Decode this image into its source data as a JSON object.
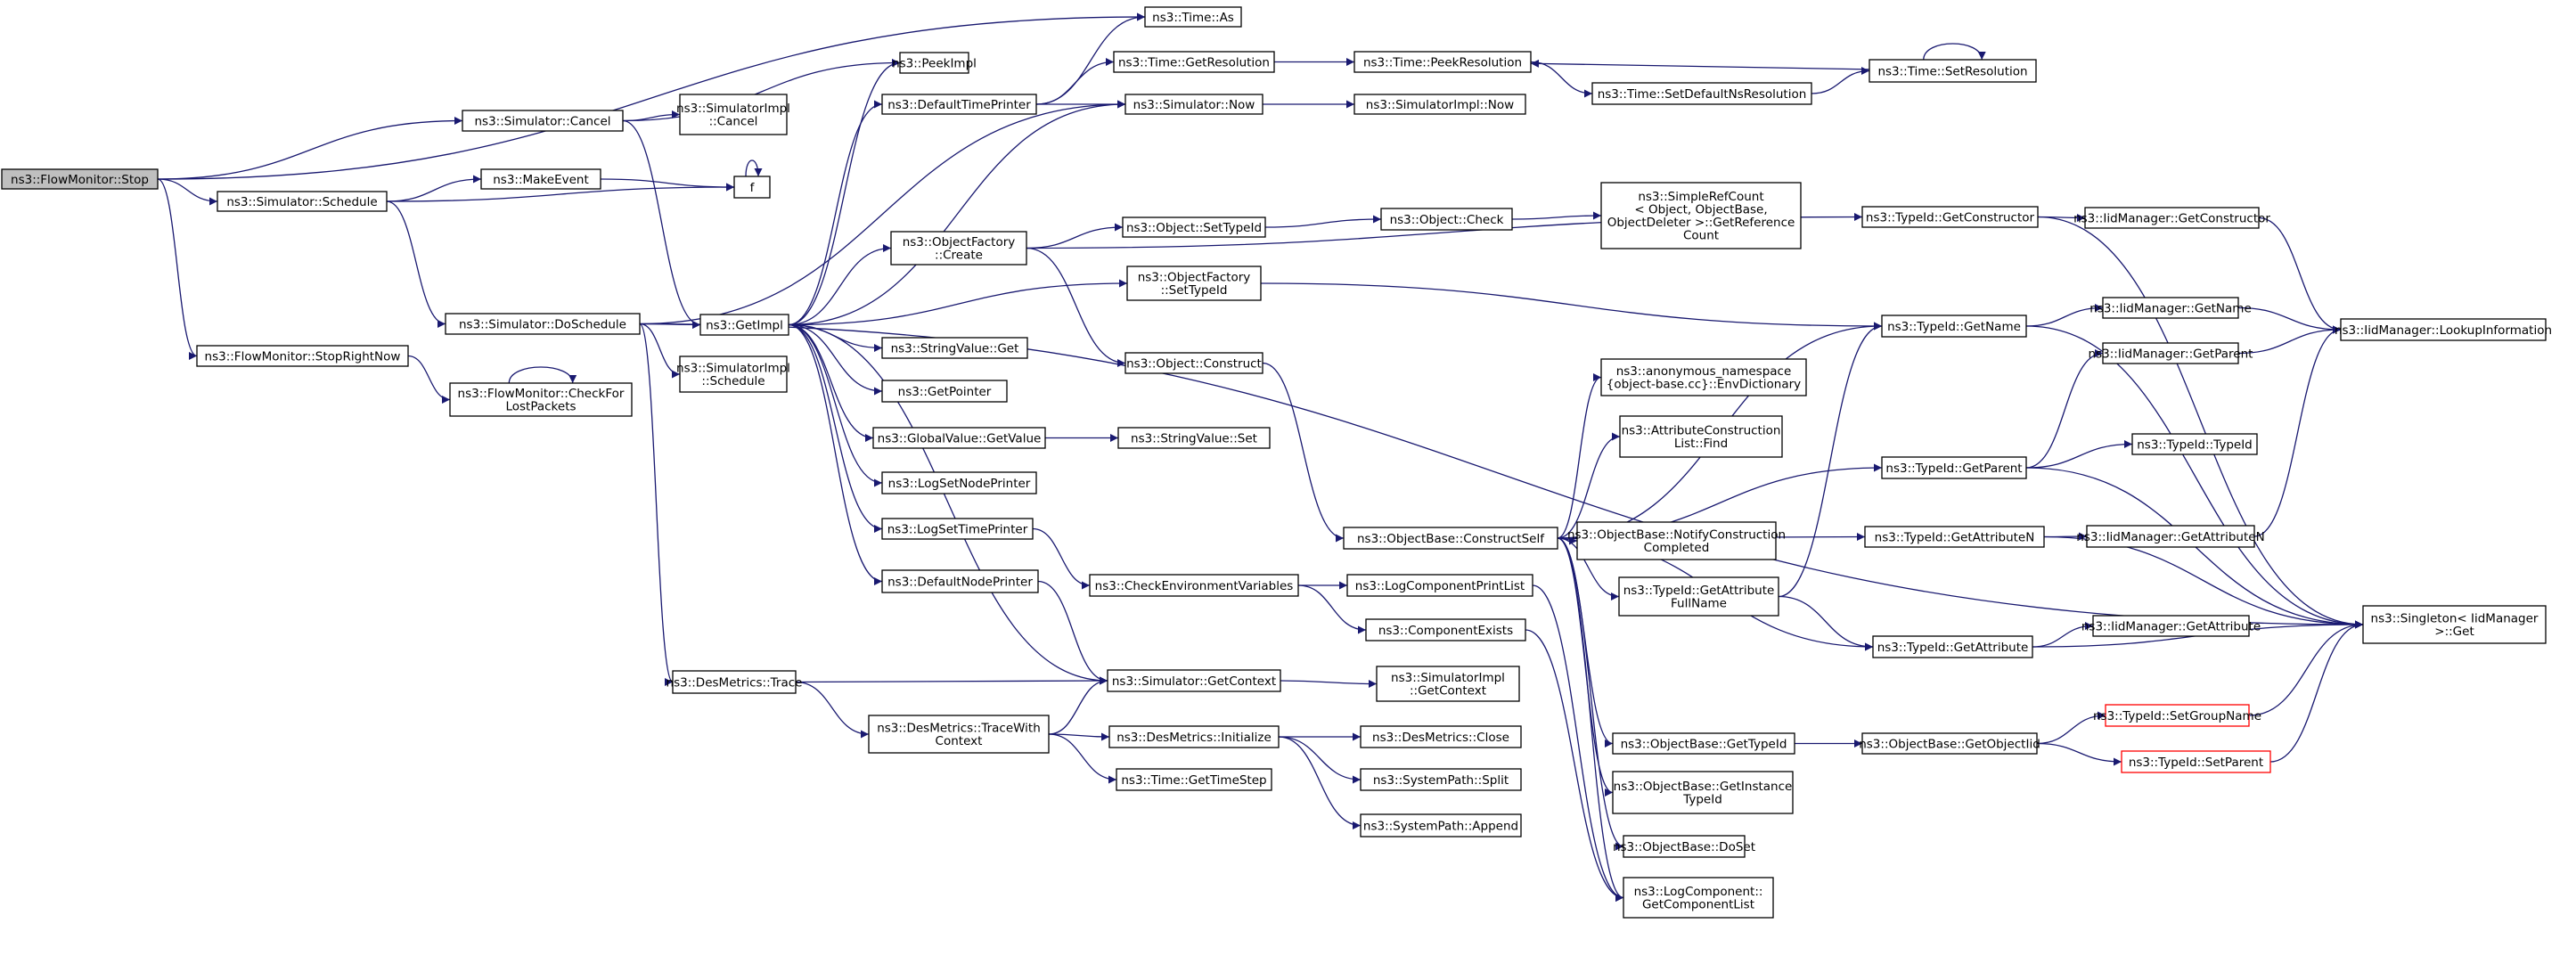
{
  "colors": {
    "edge": "#191970",
    "root_fill": "#bfbfbf",
    "truncated_border": "#ff0000"
  },
  "nodes": {
    "stop": "ns3::FlowMonitor::Stop",
    "time_as": "ns3::Time::As",
    "sim_cancel": "ns3::Simulator::Cancel",
    "sim_schedule": "ns3::Simulator::Schedule",
    "stop_right_now": "ns3::FlowMonitor::StopRightNow",
    "peek_impl": "ns3::PeekImpl",
    "simimpl_cancel": [
      "ns3::SimulatorImpl",
      "::Cancel"
    ],
    "make_event": "ns3::MakeEvent",
    "f": "f",
    "sim_doschedule": "ns3::Simulator::DoSchedule",
    "check_lost": [
      "ns3::FlowMonitor::CheckFor",
      "LostPackets"
    ],
    "get_impl": "ns3::GetImpl",
    "simimpl_schedule": [
      "ns3::SimulatorImpl",
      "::Schedule"
    ],
    "des_trace": "ns3::DesMetrics::Trace",
    "default_time_printer": "ns3::DefaultTimePrinter",
    "obj_factory_create": [
      "ns3::ObjectFactory",
      "::Create"
    ],
    "string_value_get": "ns3::StringValue::Get",
    "get_pointer": "ns3::GetPointer",
    "global_value_get": "ns3::GlobalValue::GetValue",
    "log_set_node_printer": "ns3::LogSetNodePrinter",
    "log_set_time_printer": "ns3::LogSetTimePrinter",
    "default_node_printer": "ns3::DefaultNodePrinter",
    "des_trace_with_context": [
      "ns3::DesMetrics::TraceWith",
      "Context"
    ],
    "time_get_resolution": "ns3::Time::GetResolution",
    "sim_now": "ns3::Simulator::Now",
    "obj_set_type_id": "ns3::Object::SetTypeId",
    "obj_factory_set_type_id": [
      "ns3::ObjectFactory",
      "::SetTypeId"
    ],
    "obj_construct": "ns3::Object::Construct",
    "string_value_set": "ns3::StringValue::Set",
    "check_env_vars": "ns3::CheckEnvironmentVariables",
    "sim_get_context": "ns3::Simulator::GetContext",
    "des_initialize": "ns3::DesMetrics::Initialize",
    "time_get_time_step": "ns3::Time::GetTimeStep",
    "time_peek_resolution": "ns3::Time::PeekResolution",
    "simimpl_now": "ns3::SimulatorImpl::Now",
    "obj_check": "ns3::Object::Check",
    "obj_base_construct_self": "ns3::ObjectBase::ConstructSelf",
    "log_component_print_list": "ns3::LogComponentPrintList",
    "component_exists": "ns3::ComponentExists",
    "simimpl_get_context": [
      "ns3::SimulatorImpl",
      "::GetContext"
    ],
    "des_close": "ns3::DesMetrics::Close",
    "system_path_split": "ns3::SystemPath::Split",
    "system_path_append": "ns3::SystemPath::Append",
    "time_set_default_ns": "ns3::Time::SetDefaultNsResolution",
    "simple_ref_count": [
      "ns3::SimpleRefCount",
      "< Object, ObjectBase,",
      "ObjectDeleter >::GetReference",
      "Count"
    ],
    "anon_env_dict": [
      "ns3::anonymous_namespace",
      "{object-base.cc}::EnvDictionary"
    ],
    "attr_construction_find": [
      "ns3::AttributeConstruction",
      "List::Find"
    ],
    "notify_construction": [
      "ns3::ObjectBase::NotifyConstruction",
      "Completed"
    ],
    "typeid_get_attr_full_name": [
      "ns3::TypeId::GetAttribute",
      "FullName"
    ],
    "obj_base_get_type_id": "ns3::ObjectBase::GetTypeId",
    "obj_base_get_instance_type_id": [
      "ns3::ObjectBase::GetInstance",
      "TypeId"
    ],
    "obj_base_do_set": "ns3::ObjectBase::DoSet",
    "log_component_get_list": [
      "ns3::LogComponent::",
      "GetComponentList"
    ],
    "time_set_resolution": "ns3::Time::SetResolution",
    "typeid_get_constructor": "ns3::TypeId::GetConstructor",
    "typeid_get_name": "ns3::TypeId::GetName",
    "typeid_get_parent": "ns3::TypeId::GetParent",
    "typeid_get_attribute_n": "ns3::TypeId::GetAttributeN",
    "typeid_get_attribute": "ns3::TypeId::GetAttribute",
    "obj_base_get_object_iid": "ns3::ObjectBase::GetObjectIid",
    "iid_get_constructor": "ns3::IidManager::GetConstructor",
    "iid_get_name": "ns3::IidManager::GetName",
    "iid_get_parent": "ns3::IidManager::GetParent",
    "typeid_typeid": "ns3::TypeId::TypeId",
    "iid_get_attribute_n": "ns3::IidManager::GetAttributeN",
    "iid_get_attribute": "ns3::IidManager::GetAttribute",
    "typeid_set_group_name": "ns3::TypeId::SetGroupName",
    "typeid_set_parent": "ns3::TypeId::SetParent",
    "iid_lookup_info": "ns3::IidManager::LookupInformation",
    "singleton_get": [
      "ns3::Singleton< IidManager",
      ">::Get"
    ]
  }
}
